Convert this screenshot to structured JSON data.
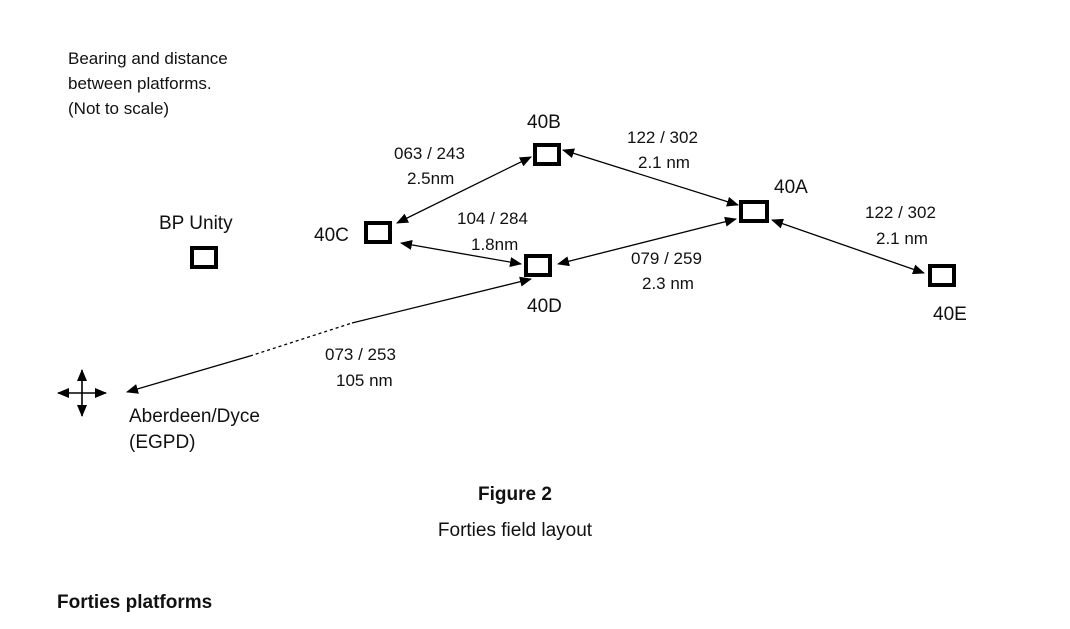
{
  "note": {
    "lines": [
      "Bearing and distance",
      "between platforms.",
      "(Not to scale)"
    ]
  },
  "platforms": {
    "40B": "40B",
    "40A": "40A",
    "40C": "40C",
    "40D": "40D",
    "40E": "40E",
    "bp_unity": "BP Unity"
  },
  "routes": {
    "c_b": {
      "bearing": "063 / 243",
      "distance": "2.5nm"
    },
    "b_a": {
      "bearing": "122 / 302",
      "distance": "2.1 nm"
    },
    "c_d": {
      "bearing": "104 / 284",
      "distance": "1.8nm"
    },
    "d_a": {
      "bearing": "079 / 259",
      "distance": "2.3 nm"
    },
    "a_e": {
      "bearing": "122 / 302",
      "distance": "2.1 nm"
    },
    "d_aberdeen": {
      "bearing": "073 / 253",
      "distance": "105 nm"
    }
  },
  "airport": {
    "name": "Aberdeen/Dyce",
    "code": "(EGPD)"
  },
  "figure": {
    "title": "Figure 2",
    "caption": "Forties field layout"
  },
  "section_heading": "Forties platforms"
}
